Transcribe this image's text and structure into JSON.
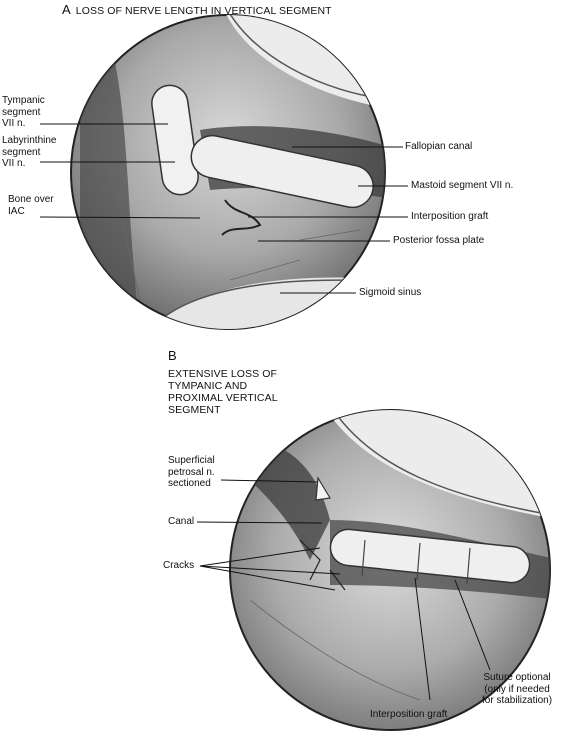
{
  "panel_a": {
    "letter": "A",
    "title": "LOSS OF NERVE LENGTH IN VERTICAL SEGMENT",
    "labels": {
      "tympanic_segment": "Tympanic\nsegment\nVII n.",
      "labyrinthine_segment": "Labyrinthine\nsegment\nVII n.",
      "bone_over_iac": "Bone over\nIAC",
      "fallopian_canal": "Fallopian canal",
      "mastoid_segment": "Mastoid segment VII n.",
      "interposition_graft": "Interposition graft",
      "posterior_fossa_plate": "Posterior fossa plate",
      "sigmoid_sinus": "Sigmoid sinus"
    }
  },
  "panel_b": {
    "letter": "B",
    "title": "EXTENSIVE LOSS OF\nTYMPANIC AND\nPROXIMAL VERTICAL\nSEGMENT",
    "labels": {
      "superficial_petrosal": "Superficial\npetrosal n.\nsectioned",
      "canal": "Canal",
      "cracks": "Cracks",
      "interposition_graft": "Interposition graft",
      "suture_optional": "Suture optional\n(only if needed\nfor stabilization)"
    }
  }
}
